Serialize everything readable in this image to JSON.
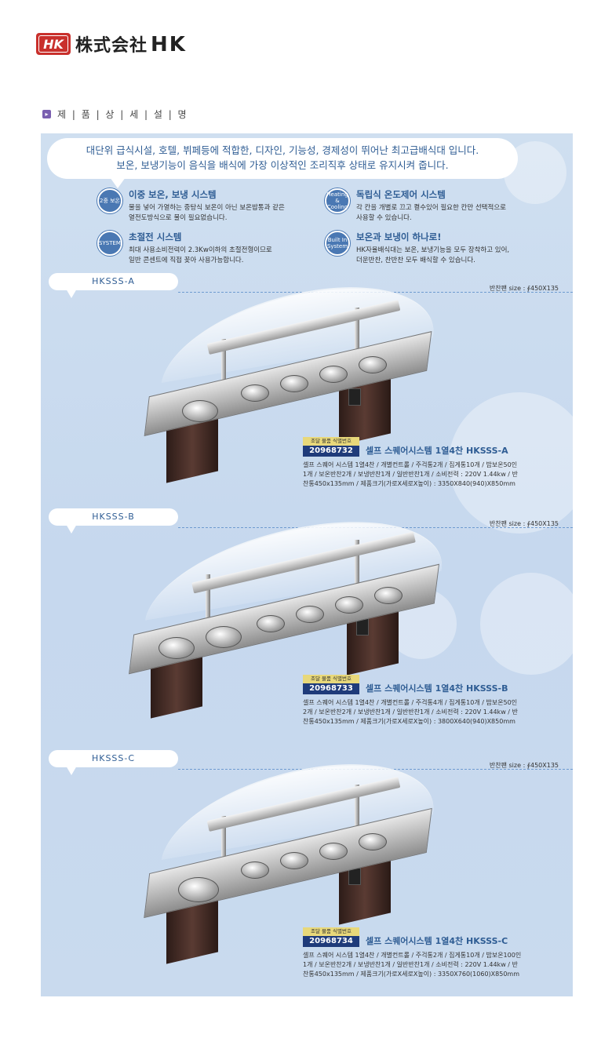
{
  "header": {
    "logo_mark": "HK",
    "company_prefix": "株式会社",
    "company_suffix": "HK"
  },
  "section": {
    "arrow": "▸",
    "title": "제 | 품 | 상 | 세 | 설 | 명"
  },
  "intro": {
    "line1": "대단위 급식시설, 호텔, 뷔페등에 적합한, 디자인, 기능성, 경제성이 뛰어난 최고급배식대 입니다.",
    "line2": "보온, 보냉기능이 음식을 배식에 가장 이상적인 조리직후 상태로 유지시켜 줍니다."
  },
  "features": [
    {
      "icon": "2중\n보온",
      "title": "이중 보온, 보냉 시스템",
      "text": "물을 넣어 가열하는 중탕식 보온이 아닌 보온밥통과 같은\n열전도방식으로 물이 필요없습니다."
    },
    {
      "icon": "Heating & Cooling",
      "title": "독립식 온도제어 시스템",
      "text": "각 칸을 개별로 끄고 켤수있어 필요한 칸만 선택적으로\n사용할 수 있습니다."
    },
    {
      "icon": "SYSTEM",
      "title": "초절전 시스템",
      "text": "최대 사용소비전력이 2.3Kw이하의 초절전형이므로\n일반 콘센트에 직접 꽂아 사용가능합니다."
    },
    {
      "icon": "Built In System",
      "title": "보온과 보냉이 하나로!",
      "text": "HK자율배식대는 보온, 보냉기능을 모두 장착하고 있어,\n더운반찬, 찬반찬 모두 배식할 수 있습니다."
    }
  ],
  "models": [
    {
      "name": "HKSSS-A",
      "size": "반찬팬 size : ∮450X135",
      "badge_label": "조달 물품 식별번호",
      "badge_number": "20968732",
      "title": "셀프 스퀘어시스템 1열4찬 HKSSS-A",
      "desc": "셀프 스퀘어 시스템 1열4찬 / 개별컨트롤 / 주걱통2개 / 집게통10개 / 밥보온50인\n1개 / 보온반찬2개 / 보냉반찬1개 / 일반반찬1개 / 소비전력 : 220V 1.44kw / 반\n찬통450x135mm / 제품크기(가로X세로X높이) : 3350X840(940)X850mm"
    },
    {
      "name": "HKSSS-B",
      "size": "반찬팬 size : ∮450X135",
      "badge_label": "조달 물품 식별번호",
      "badge_number": "20968733",
      "title": "셀프 스퀘어시스템 1열4찬 HKSSS-B",
      "desc": "셀프 스퀘어 시스템 1열4찬 / 개별컨트롤 / 주걱통4개 / 집게통10개 / 밥보온50인\n2개 / 보온반찬2개 / 보냉반찬1개 / 일반반찬1개 / 소비전력 : 220V 1.44kw / 반\n찬통450x135mm / 제품크기(가로X세로X높이) : 3800X640(940)X850mm"
    },
    {
      "name": "HKSSS-C",
      "size": "반찬팬 size : ∮450X135",
      "badge_label": "조달 물품 식별번호",
      "badge_number": "20968734",
      "title": "셀프 스퀘어시스템 1열4찬 HKSSS-C",
      "desc": "셀프 스퀘어 시스템 1열4찬 / 개별컨트롤 / 주걱통2개 / 집게통10개 / 밥보온100인\n1개 / 보온반찬2개 / 보냉반찬1개 / 일반반찬1개 / 소비전력 : 220V 1.44kw / 반\n찬통450x135mm / 제품크기(가로X세로X높이) : 3350X760(1060)X850mm"
    }
  ]
}
